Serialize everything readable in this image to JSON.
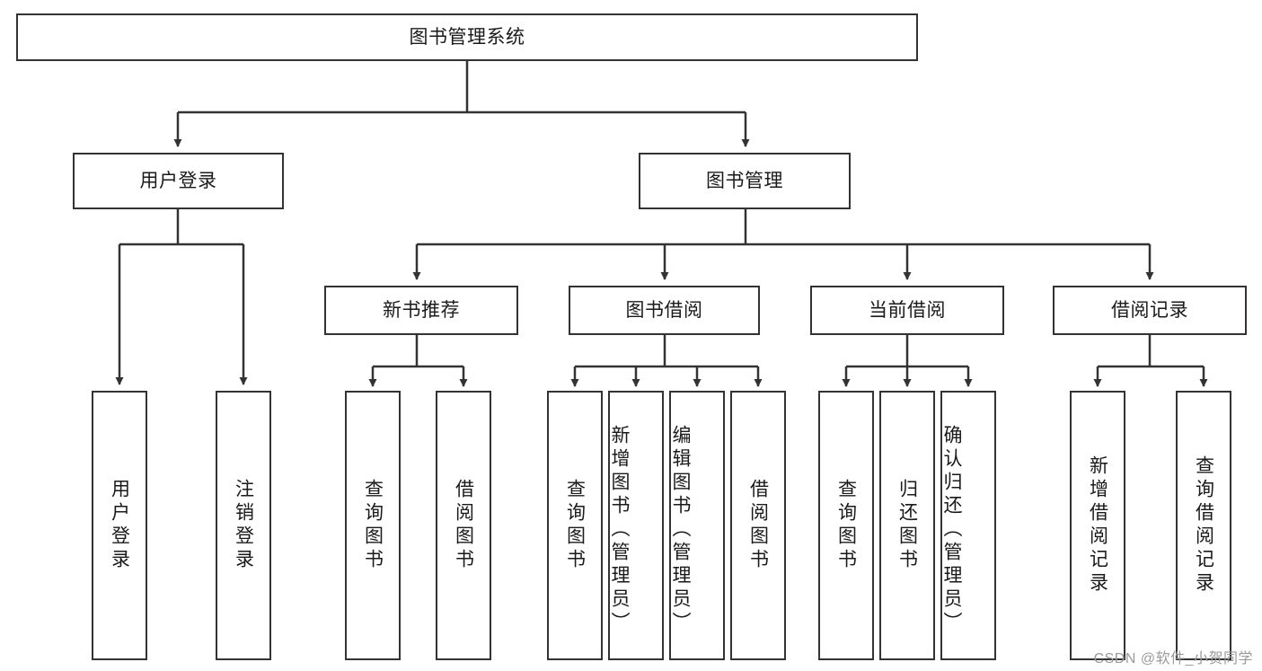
{
  "diagram": {
    "title": "图书管理系统",
    "type": "tree-hierarchy-chart",
    "colors": {
      "border": "#333333",
      "background": "#ffffff",
      "text": "#1a1a1a",
      "watermark": "#9a9a9a"
    },
    "levels": {
      "root": {
        "label": "图书管理系统"
      },
      "level2": [
        {
          "label": "用户登录"
        },
        {
          "label": "图书管理"
        }
      ],
      "level3": [
        {
          "label": "新书推荐"
        },
        {
          "label": "图书借阅"
        },
        {
          "label": "当前借阅"
        },
        {
          "label": "借阅记录"
        }
      ],
      "leaves": {
        "user_login": [
          {
            "label": "用户登录"
          },
          {
            "label": "注销登录"
          }
        ],
        "new_book_recommend": [
          {
            "label": "查询图书"
          },
          {
            "label": "借阅图书"
          }
        ],
        "book_borrow": [
          {
            "label": "查询图书"
          },
          {
            "label": "新增图书（管理员）"
          },
          {
            "label": "编辑图书（管理员）"
          },
          {
            "label": "借阅图书"
          }
        ],
        "current_borrow": [
          {
            "label": "查询图书"
          },
          {
            "label": "归还图书"
          },
          {
            "label": "确认归还（管理员）"
          }
        ],
        "borrow_record": [
          {
            "label": "新增借阅记录"
          },
          {
            "label": "查询借阅记录"
          }
        ]
      }
    }
  },
  "watermark": {
    "text": "CSDN @软件_小贺同学"
  }
}
